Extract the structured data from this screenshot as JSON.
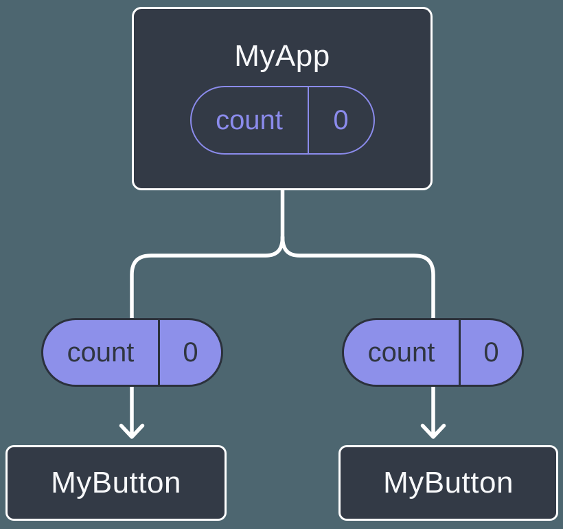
{
  "diagram": {
    "type": "component-tree-props-flow",
    "background_color": "#4d6670",
    "connector_color": "#ffffff",
    "colors": {
      "node_fill": "#333a46",
      "node_border": "#ffffff",
      "node_text": "#f7f8fa",
      "prop_pill_outline": "#8b8bec",
      "prop_pill_solid_fill": "#8d90ea",
      "prop_pill_solid_border": "#2b313c",
      "prop_pill_solid_text": "#303641"
    },
    "root": {
      "title": "MyApp",
      "prop": {
        "name": "count",
        "value": "0"
      }
    },
    "children": [
      {
        "title": "MyButton",
        "prop": {
          "name": "count",
          "value": "0"
        }
      },
      {
        "title": "MyButton",
        "prop": {
          "name": "count",
          "value": "0"
        }
      }
    ]
  }
}
